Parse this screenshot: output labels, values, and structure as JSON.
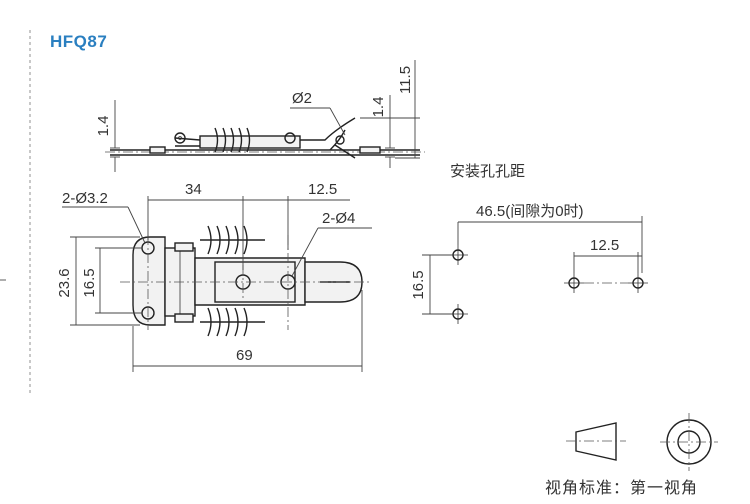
{
  "header": {
    "title": "HFQ87"
  },
  "section": {
    "hole_spacing_title": "安装孔孔距"
  },
  "dims": {
    "top_thickness_left": "1.4",
    "pin_diameter": "Ø2",
    "top_thickness_right": "1.4",
    "overall_height": "11.5",
    "hole_small": "2-Ø3.2",
    "hole_large": "2-Ø4",
    "pitch_34": "34",
    "pitch_12_5_top": "12.5",
    "height_23_6": "23.6",
    "height_16_5_front": "16.5",
    "length_69": "69",
    "gap_46_5": "46.5(间隙为0时)",
    "hole_12_5": "12.5",
    "hole_16_5": "16.5"
  },
  "footer": {
    "projection_label": "视角标准：第一视角"
  }
}
